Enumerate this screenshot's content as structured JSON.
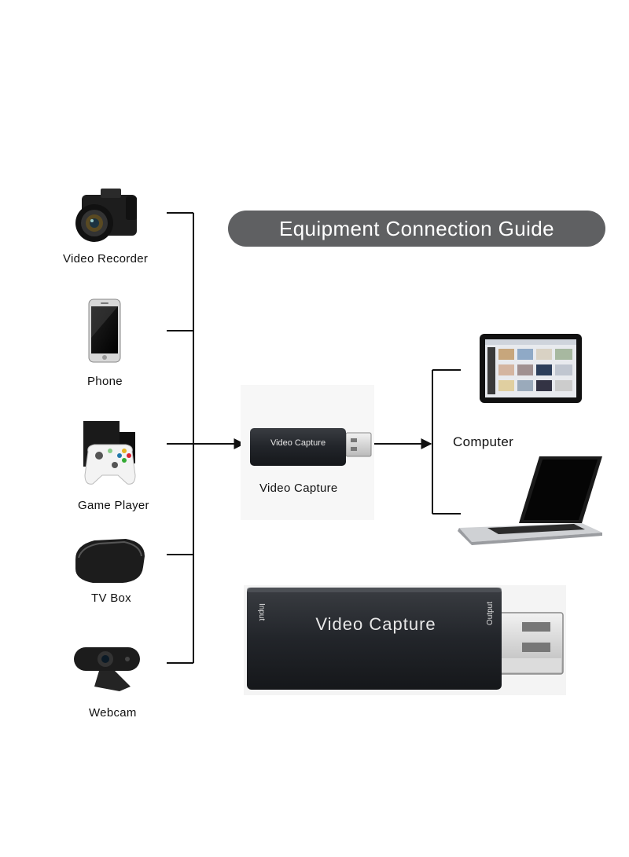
{
  "title": "Equipment Connection Guide",
  "sources": [
    {
      "label": "Video Recorder",
      "icon": "camera-icon"
    },
    {
      "label": "Phone",
      "icon": "phone-icon"
    },
    {
      "label": "Game Player",
      "icon": "gamepad-icon"
    },
    {
      "label": "TV Box",
      "icon": "tv-box-icon"
    },
    {
      "label": "Webcam",
      "icon": "webcam-icon"
    }
  ],
  "center": {
    "label": "Video Capture",
    "device_text": "Video Capture"
  },
  "target": {
    "label": "Computer",
    "devices": [
      "tablet-icon",
      "laptop-icon"
    ]
  },
  "closeup": {
    "device_text": "Video Capture",
    "input_label": "Input",
    "output_label": "Output"
  }
}
